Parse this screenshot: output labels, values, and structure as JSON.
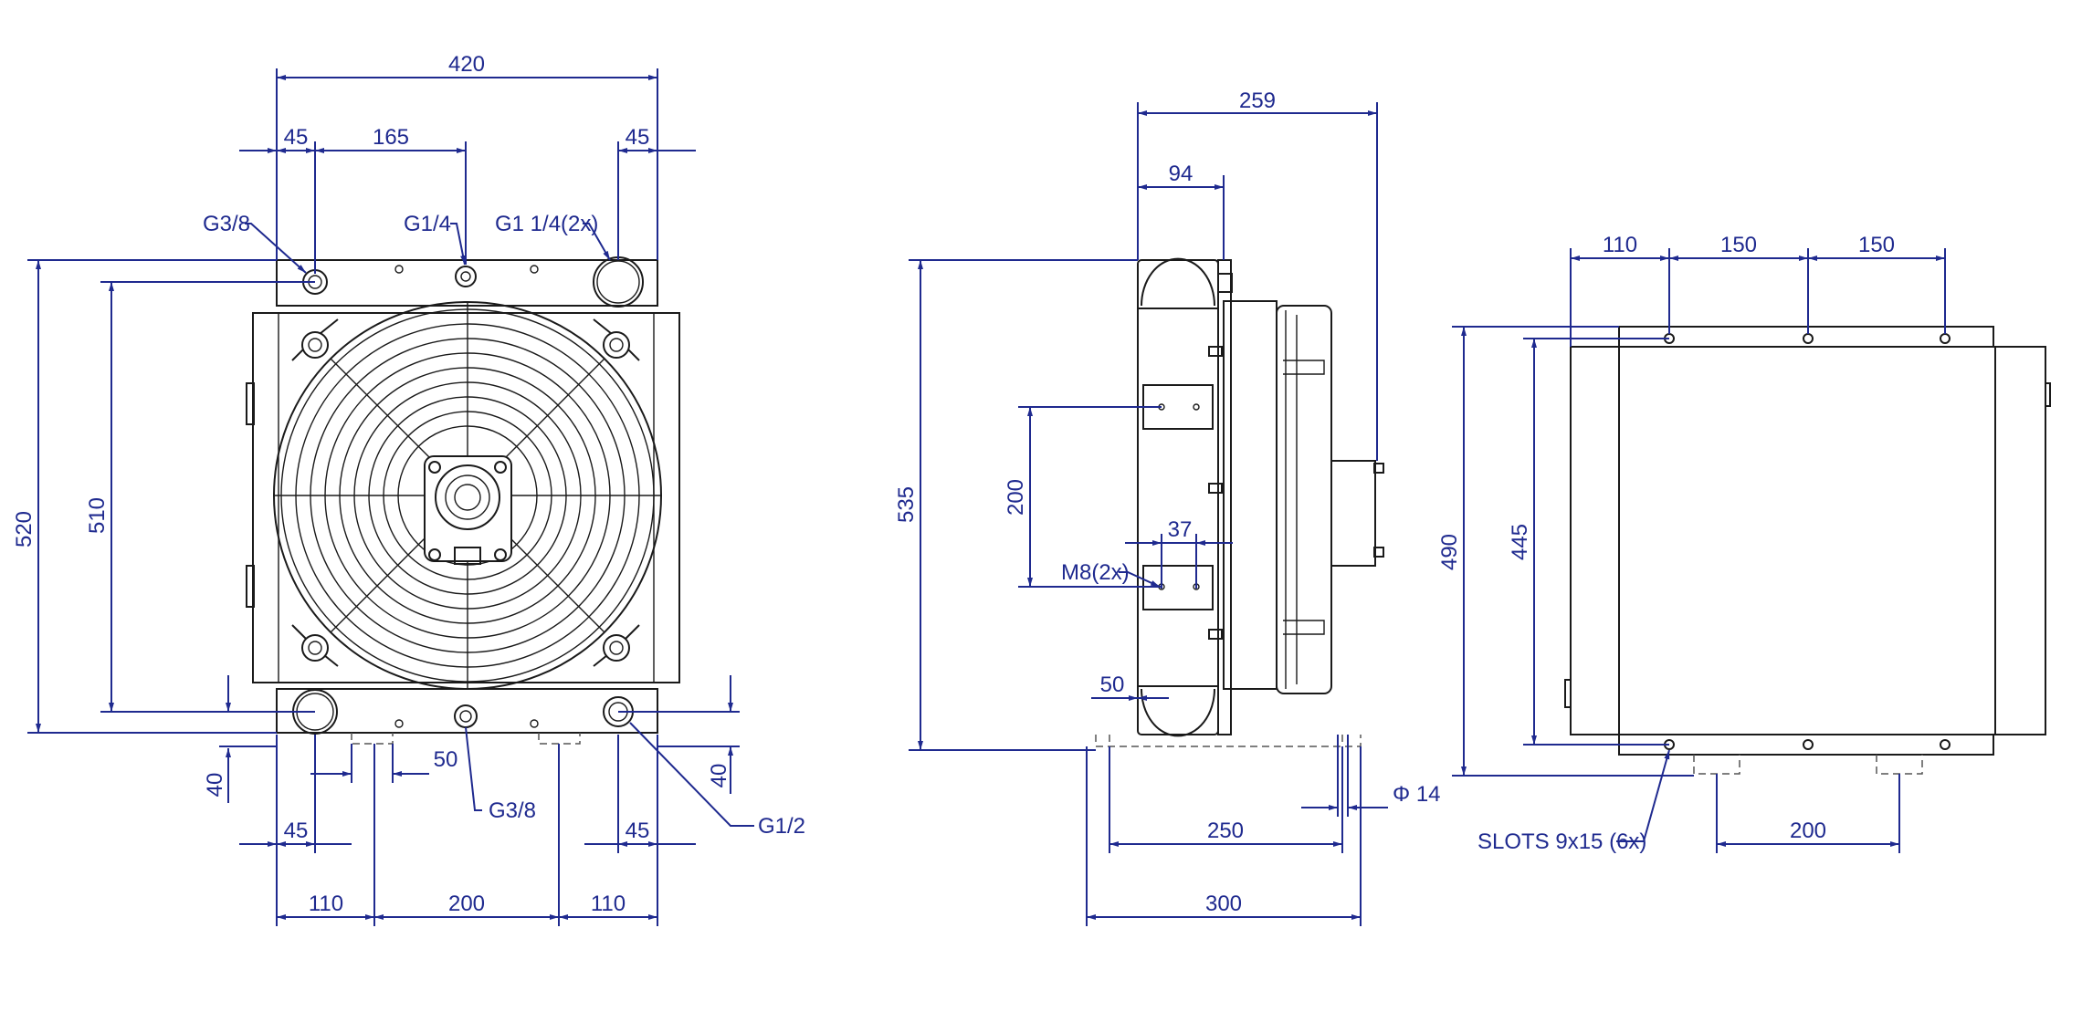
{
  "colors": {
    "dimension": "#1f2a8f",
    "part": "#1a1a1a",
    "background": "#ffffff"
  },
  "front_view": {
    "dim_width_total": "420",
    "dim_left_offset": "45",
    "dim_center_offset": "165",
    "dim_right_offset": "45",
    "label_port_left": "G3/8",
    "label_port_center": "G1/4",
    "label_port_right": "G1 1/4(2x)",
    "dim_height_total": "520",
    "dim_height_ports": "510",
    "dim_bottom_left_40": "40",
    "dim_bottom_right_40": "40",
    "dim_bottom_50": "50",
    "label_bottom_center": "G3/8",
    "label_bottom_right": "G1/2",
    "dim_bottom_left_45": "45",
    "dim_bottom_right_45": "45",
    "dim_foot_left": "110",
    "dim_foot_center": "200",
    "dim_foot_right": "110"
  },
  "side_view": {
    "dim_depth_total": "259",
    "dim_depth_body": "94",
    "dim_height": "535",
    "dim_bolt_spacing": "200",
    "dim_bolt_offset": "37",
    "label_bolts": "M8(2x)",
    "dim_foot_offset": "50",
    "dim_slot_diameter": "Φ 14",
    "dim_slot_spacing": "250",
    "dim_foot_total": "300"
  },
  "top_view": {
    "dim_hole_first": "110",
    "dim_hole_second": "150",
    "dim_hole_third": "150",
    "dim_length_total": "490",
    "dim_length_holes": "445",
    "label_slots": "SLOTS 9x15 (6x)",
    "dim_slot_pitch": "200"
  }
}
